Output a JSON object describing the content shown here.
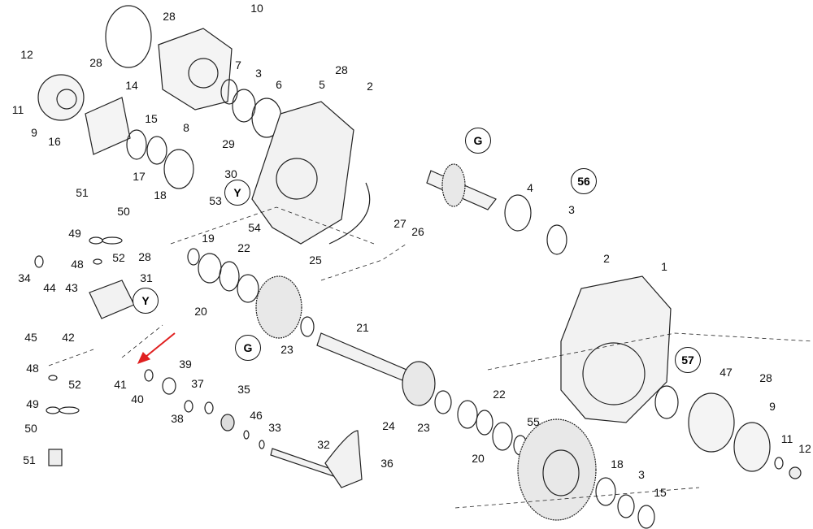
{
  "diagram": {
    "title": "Exploded parts diagram - gearbox assembly",
    "accent_arrow_color": "#e02020",
    "callouts": [
      "10",
      "28",
      "12",
      "28",
      "7",
      "3",
      "6",
      "5",
      "2",
      "28",
      "14",
      "11",
      "9",
      "8",
      "15",
      "16",
      "17",
      "18",
      "29",
      "30",
      "53",
      "54",
      "25",
      "4",
      "3",
      "27",
      "26",
      "51",
      "50",
      "49",
      "52",
      "48",
      "28",
      "31",
      "34",
      "44",
      "43",
      "45",
      "42",
      "19",
      "22",
      "20",
      "23",
      "21",
      "2",
      "1",
      "47",
      "28",
      "9",
      "11",
      "12",
      "48",
      "52",
      "49",
      "50",
      "51",
      "41",
      "40",
      "39",
      "38",
      "37",
      "35",
      "46",
      "33",
      "32",
      "36",
      "24",
      "23",
      "22",
      "55",
      "20",
      "18",
      "3",
      "15"
    ],
    "circled_callouts": [
      "G",
      "56",
      "Y",
      "Y",
      "G",
      "57"
    ]
  }
}
